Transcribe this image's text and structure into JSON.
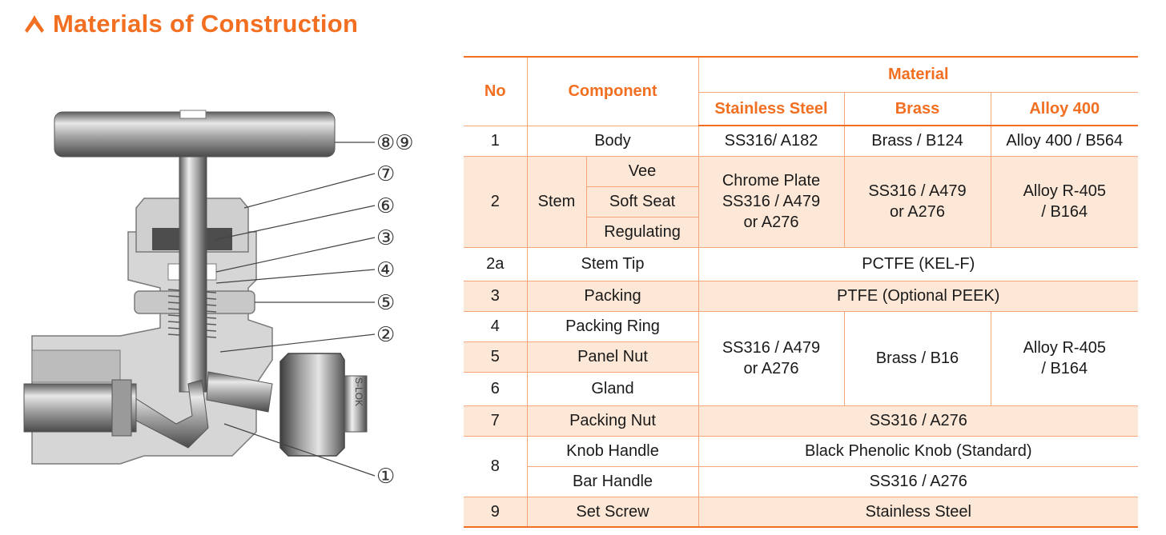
{
  "title": "Materials of Construction",
  "colors": {
    "accent": "#f26f21",
    "highlight": "#fde7d6",
    "border": "#f4a57a"
  },
  "diagram": {
    "callouts": [
      "⑧⑨",
      "⑦",
      "⑥",
      "③",
      "④",
      "⑤",
      "②",
      "①"
    ],
    "lok_text": "S-LOK"
  },
  "table": {
    "headers": {
      "no": "No",
      "component": "Component",
      "material": "Material",
      "stainless": "Stainless Steel",
      "brass": "Brass",
      "alloy": "Alloy 400"
    },
    "rows": {
      "r1": {
        "no": "1",
        "component": "Body",
        "stainless": "SS316/ A182",
        "brass": "Brass / B124",
        "alloy": "Alloy 400 / B564"
      },
      "r2": {
        "no": "2",
        "component": "Stem",
        "sub1": "Vee",
        "sub2": "Soft Seat",
        "sub3": "Regulating",
        "stainless_l1": "Chrome Plate",
        "stainless_l2": "SS316 / A479",
        "stainless_l3": "or A276",
        "brass_l1": "SS316 / A479",
        "brass_l2": "or A276",
        "alloy_l1": "Alloy R-405",
        "alloy_l2": "/ B164"
      },
      "r2a": {
        "no": "2a",
        "component": "Stem Tip",
        "material": "PCTFE (KEL-F)"
      },
      "r3": {
        "no": "3",
        "component": "Packing",
        "material": "PTFE (Optional PEEK)"
      },
      "r4": {
        "no": "4",
        "component": "Packing Ring",
        "stainless_l1": "SS316 / A479",
        "stainless_l2": "or A276",
        "brass": "Brass / B16",
        "alloy_l1": "Alloy R-405",
        "alloy_l2": "/ B164"
      },
      "r5": {
        "no": "5",
        "component": "Panel Nut"
      },
      "r6": {
        "no": "6",
        "component": "Gland"
      },
      "r7": {
        "no": "7",
        "component": "Packing Nut",
        "material": "SS316 / A276"
      },
      "r8": {
        "no": "8",
        "component_a": "Knob Handle",
        "material_a": "Black Phenolic Knob (Standard)",
        "component_b": "Bar Handle",
        "material_b": "SS316 / A276"
      },
      "r9": {
        "no": "9",
        "component": "Set Screw",
        "material": "Stainless Steel"
      }
    }
  }
}
